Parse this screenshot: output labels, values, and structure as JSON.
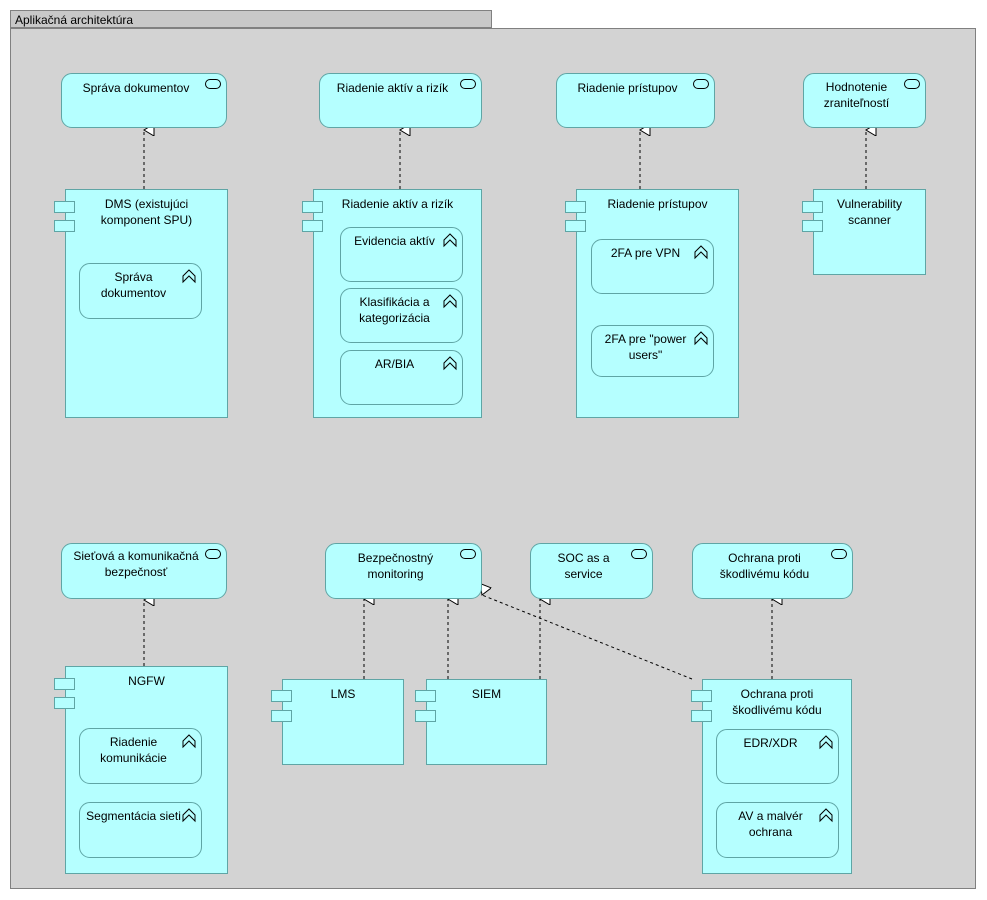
{
  "group": {
    "title": "Aplikačná architektúra"
  },
  "services": {
    "sprava": "Správa dokumentov",
    "riadenie_aktiv": "Riadenie aktív a rizík",
    "riadenie_pristupov": "Riadenie prístupov",
    "hodnotenie": "Hodnotenie zraniteľností",
    "sietova": "Sieťová a komunikačná bezpečnosť",
    "bezp_mon": "Bezpečnostný monitoring",
    "soc": "SOC as a service",
    "ochrana": "Ochrana proti škodlivému kódu"
  },
  "components": {
    "dms": "DMS (existujúci komponent SPU)",
    "riadenie_aktiv": "Riadenie aktív a rizík",
    "riadenie_pristupov": "Riadenie prístupov",
    "vuln": "Vulnerability scanner",
    "ngfw": "NGFW",
    "lms": "LMS",
    "siem": "SIEM",
    "ochrana": "Ochrana proti škodlivému kódu"
  },
  "functions": {
    "sprava_dok": "Správa dokumentov",
    "evidencia": "Evidencia aktív",
    "klasifikacia": "Klasifikácia a kategorizácia",
    "arbia": "AR/BIA",
    "fa2_vpn": "2FA pre VPN",
    "fa2_power": "2FA pre \"power users\"",
    "riadenie_kom": "Riadenie komunikácie",
    "segmentacia": "Segmentácia sieti",
    "edr": "EDR/XDR",
    "av": "AV a malvér ochrana"
  }
}
